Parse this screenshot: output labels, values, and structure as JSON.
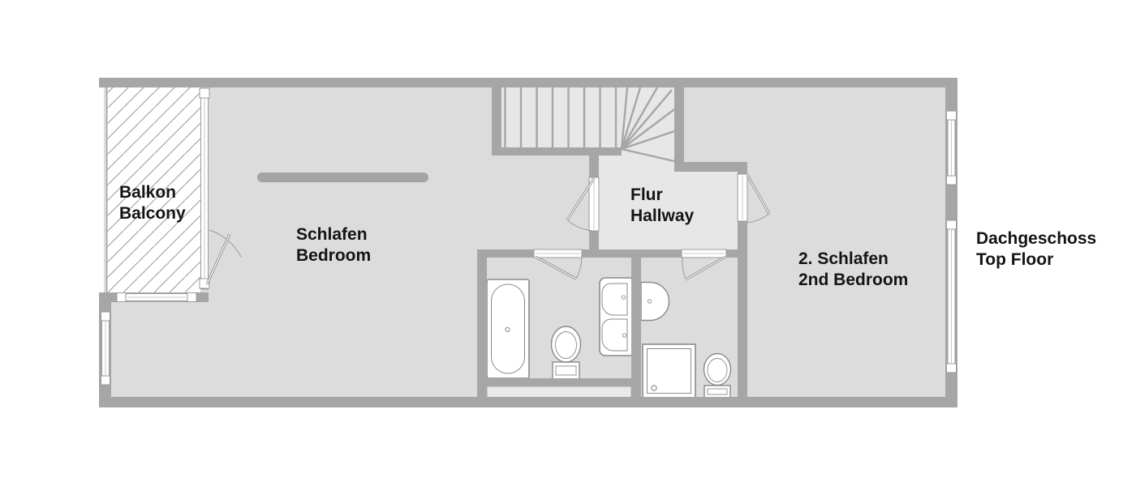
{
  "floor_plan": {
    "annotation": {
      "line1": "Dachgeschoss",
      "line2": "Top Floor"
    },
    "rooms": {
      "balcony": {
        "line1": "Balkon",
        "line2": "Balcony"
      },
      "bedroom": {
        "line1": "Schlafen",
        "line2": "Bedroom"
      },
      "hallway": {
        "line1": "Flur",
        "line2": "Hallway"
      },
      "bedroom2": {
        "line1": "2. Schlafen",
        "line2": "2nd Bedroom"
      }
    },
    "fixtures": [
      "bathtub",
      "toilet",
      "double-washbasin",
      "washbasin",
      "shower-tray",
      "toilet"
    ],
    "features": [
      "stairs-with-winders",
      "balcony-sliding-door",
      "wardrobe-bar",
      "windows",
      "door-swings"
    ],
    "colors": {
      "background": "#ffffff",
      "wall": "#a6a6a6",
      "floor": "#dcdcdc",
      "floor_light": "#e7e7e7",
      "balcony_fill": "#ffffff",
      "hatch_line": "#9c9c9c",
      "fixture_outline": "#8a8a8a",
      "text": "#141414"
    }
  }
}
